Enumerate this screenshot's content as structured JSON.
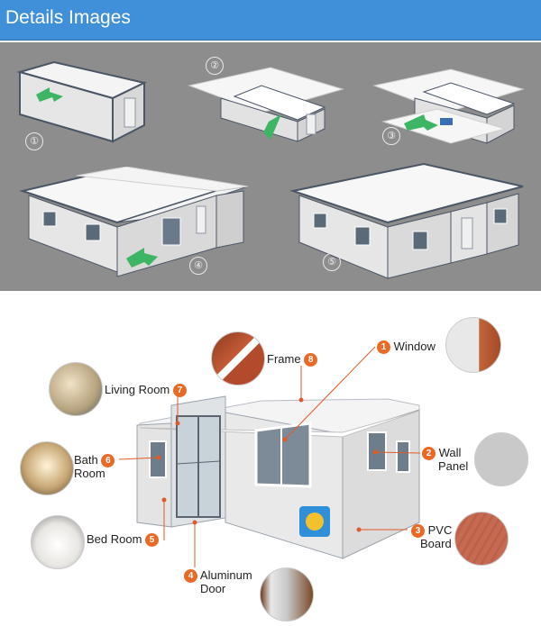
{
  "header": {
    "title": "Details Images"
  },
  "steps": [
    "①",
    "②",
    "③",
    "④",
    "⑤"
  ],
  "parts": [
    {
      "num": "1",
      "name": "Window"
    },
    {
      "num": "2",
      "name_line1": "Wall",
      "name_line2": "Panel"
    },
    {
      "num": "3",
      "name_line1": "PVC",
      "name_line2": "Board"
    },
    {
      "num": "4",
      "name_line1": "Aluminum",
      "name_line2": "Door"
    },
    {
      "num": "5",
      "name": "Bed Room"
    },
    {
      "num": "6",
      "name_line1": "Bath",
      "name_line2": "Room"
    },
    {
      "num": "7",
      "name": "Living Room"
    },
    {
      "num": "8",
      "name": "Frame"
    }
  ],
  "colors": {
    "header": "#3f8fd9",
    "badge": "#ea6a25",
    "panel_bg": "#8d8d8d",
    "leader": "#e05a2a"
  }
}
